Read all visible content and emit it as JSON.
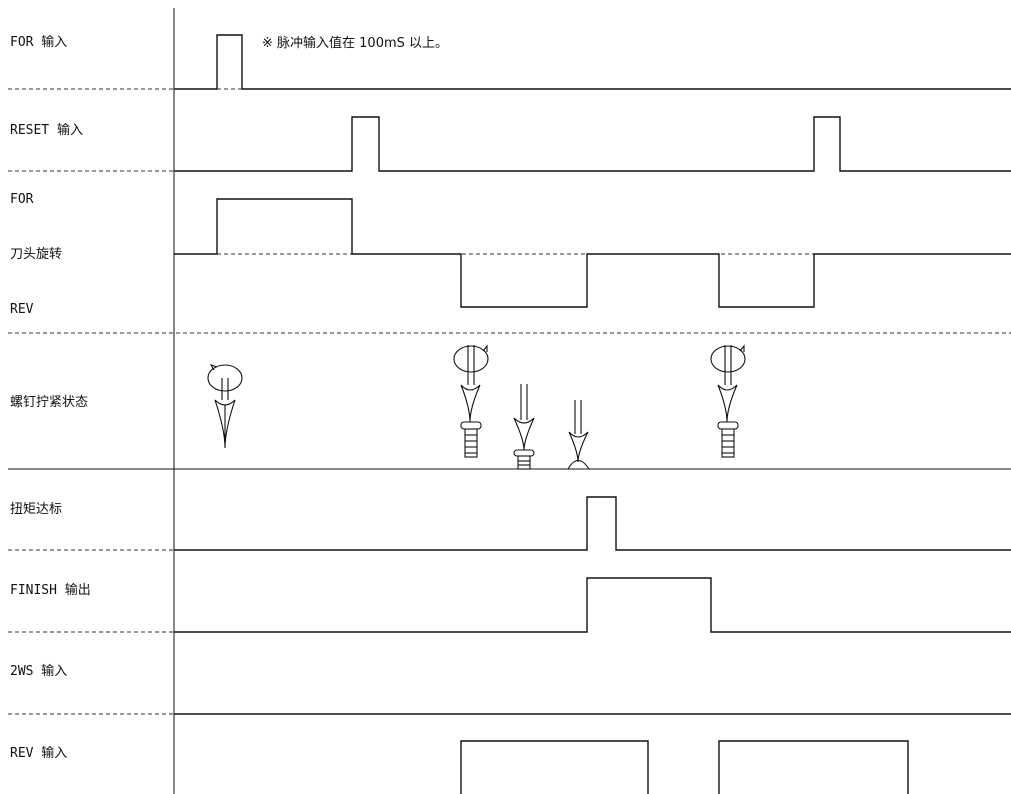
{
  "note": "※ 脉冲输入值在 100mS 以上。",
  "rows": {
    "for_input": "FOR 输入",
    "reset_input": "RESET 输入",
    "rotation_for": "FOR",
    "rotation": "刀头旋转",
    "rotation_rev": "REV",
    "screw_state": "螺钉拧紧状态",
    "torque_reached": "扭矩达标",
    "finish_output": "FINISH 输出",
    "two_ws_input": "2WS 输入",
    "rev_input": "REV 输入"
  },
  "icons": {
    "tool_free_rotating": "screwdriver-rotating-icon",
    "tool_screw_rotating": "screwdriver-with-screw-rotating-icon",
    "tool_screw_seated": "screwdriver-screw-seated-icon",
    "tool_tightened": "screwdriver-tightened-icon"
  }
}
